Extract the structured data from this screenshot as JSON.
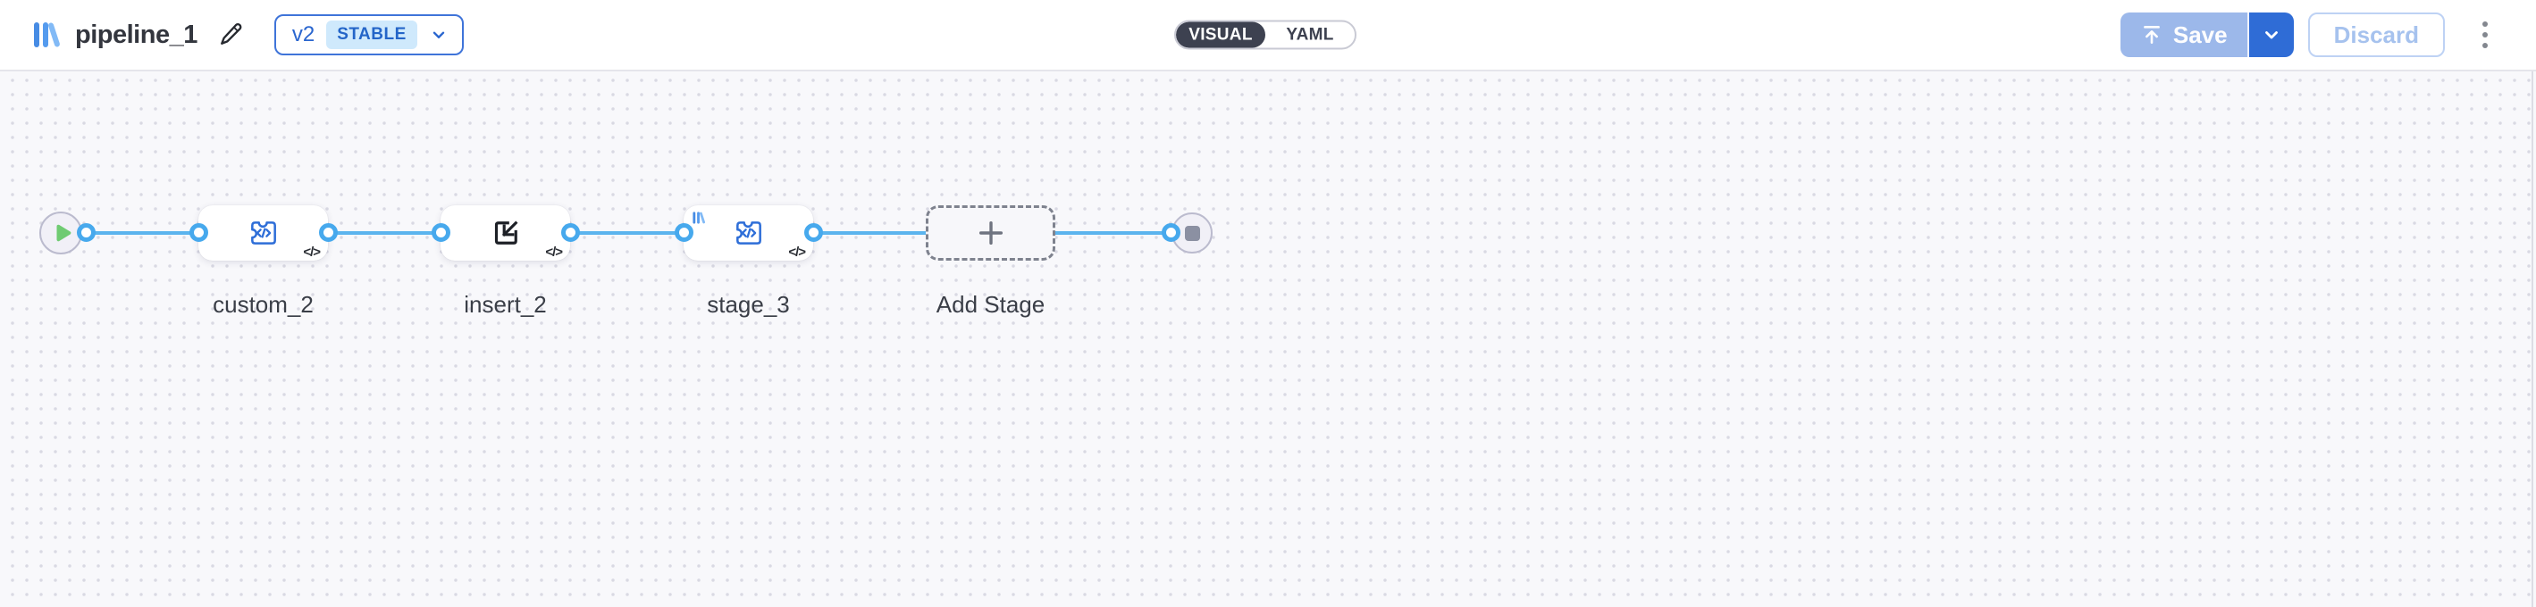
{
  "header": {
    "title": "pipeline_1",
    "version": {
      "label": "v2",
      "status": "STABLE"
    },
    "tabs": {
      "visual": "VISUAL",
      "yaml": "YAML"
    },
    "save_label": "Save",
    "discard_label": "Discard"
  },
  "canvas": {
    "nodes": [
      {
        "id": "start",
        "type": "start",
        "icon": "play-icon"
      },
      {
        "id": "custom_2",
        "type": "stage",
        "label": "custom_2",
        "icon": "extension-code-icon",
        "badge": "</>"
      },
      {
        "id": "insert_2",
        "type": "stage",
        "label": "insert_2",
        "icon": "insert-icon",
        "badge": "</>"
      },
      {
        "id": "stage_3",
        "type": "stage",
        "label": "stage_3",
        "icon": "extension-code-icon",
        "badge": "</>",
        "corner_icon": "app-logo-icon"
      },
      {
        "id": "add_stage",
        "type": "add",
        "label": "Add Stage",
        "icon": "plus-icon"
      },
      {
        "id": "end",
        "type": "end",
        "icon": "stop-icon"
      }
    ]
  },
  "icons": [
    "app-logo-icon",
    "pencil-icon",
    "chevron-down-icon",
    "upload-icon",
    "kebab-icon",
    "play-icon",
    "stop-icon",
    "plus-icon",
    "extension-code-icon",
    "insert-icon"
  ],
  "colors": {
    "accent_blue": "#2f6cd6",
    "version_text_blue": "#2a66cf",
    "stable_badge_bg": "#cfe9fc",
    "toggle_dark": "#3d4150",
    "save_disabled_bg": "#9cb8ea",
    "discard_text": "#a6c2ee",
    "edge_blue": "#5bb4ee",
    "connector_blue": "#47a9ed",
    "play_green": "#6fcb72",
    "stop_gray": "#8b90a2",
    "canvas_bg": "#f8f8fb",
    "canvas_dot": "#d9d9e3"
  }
}
